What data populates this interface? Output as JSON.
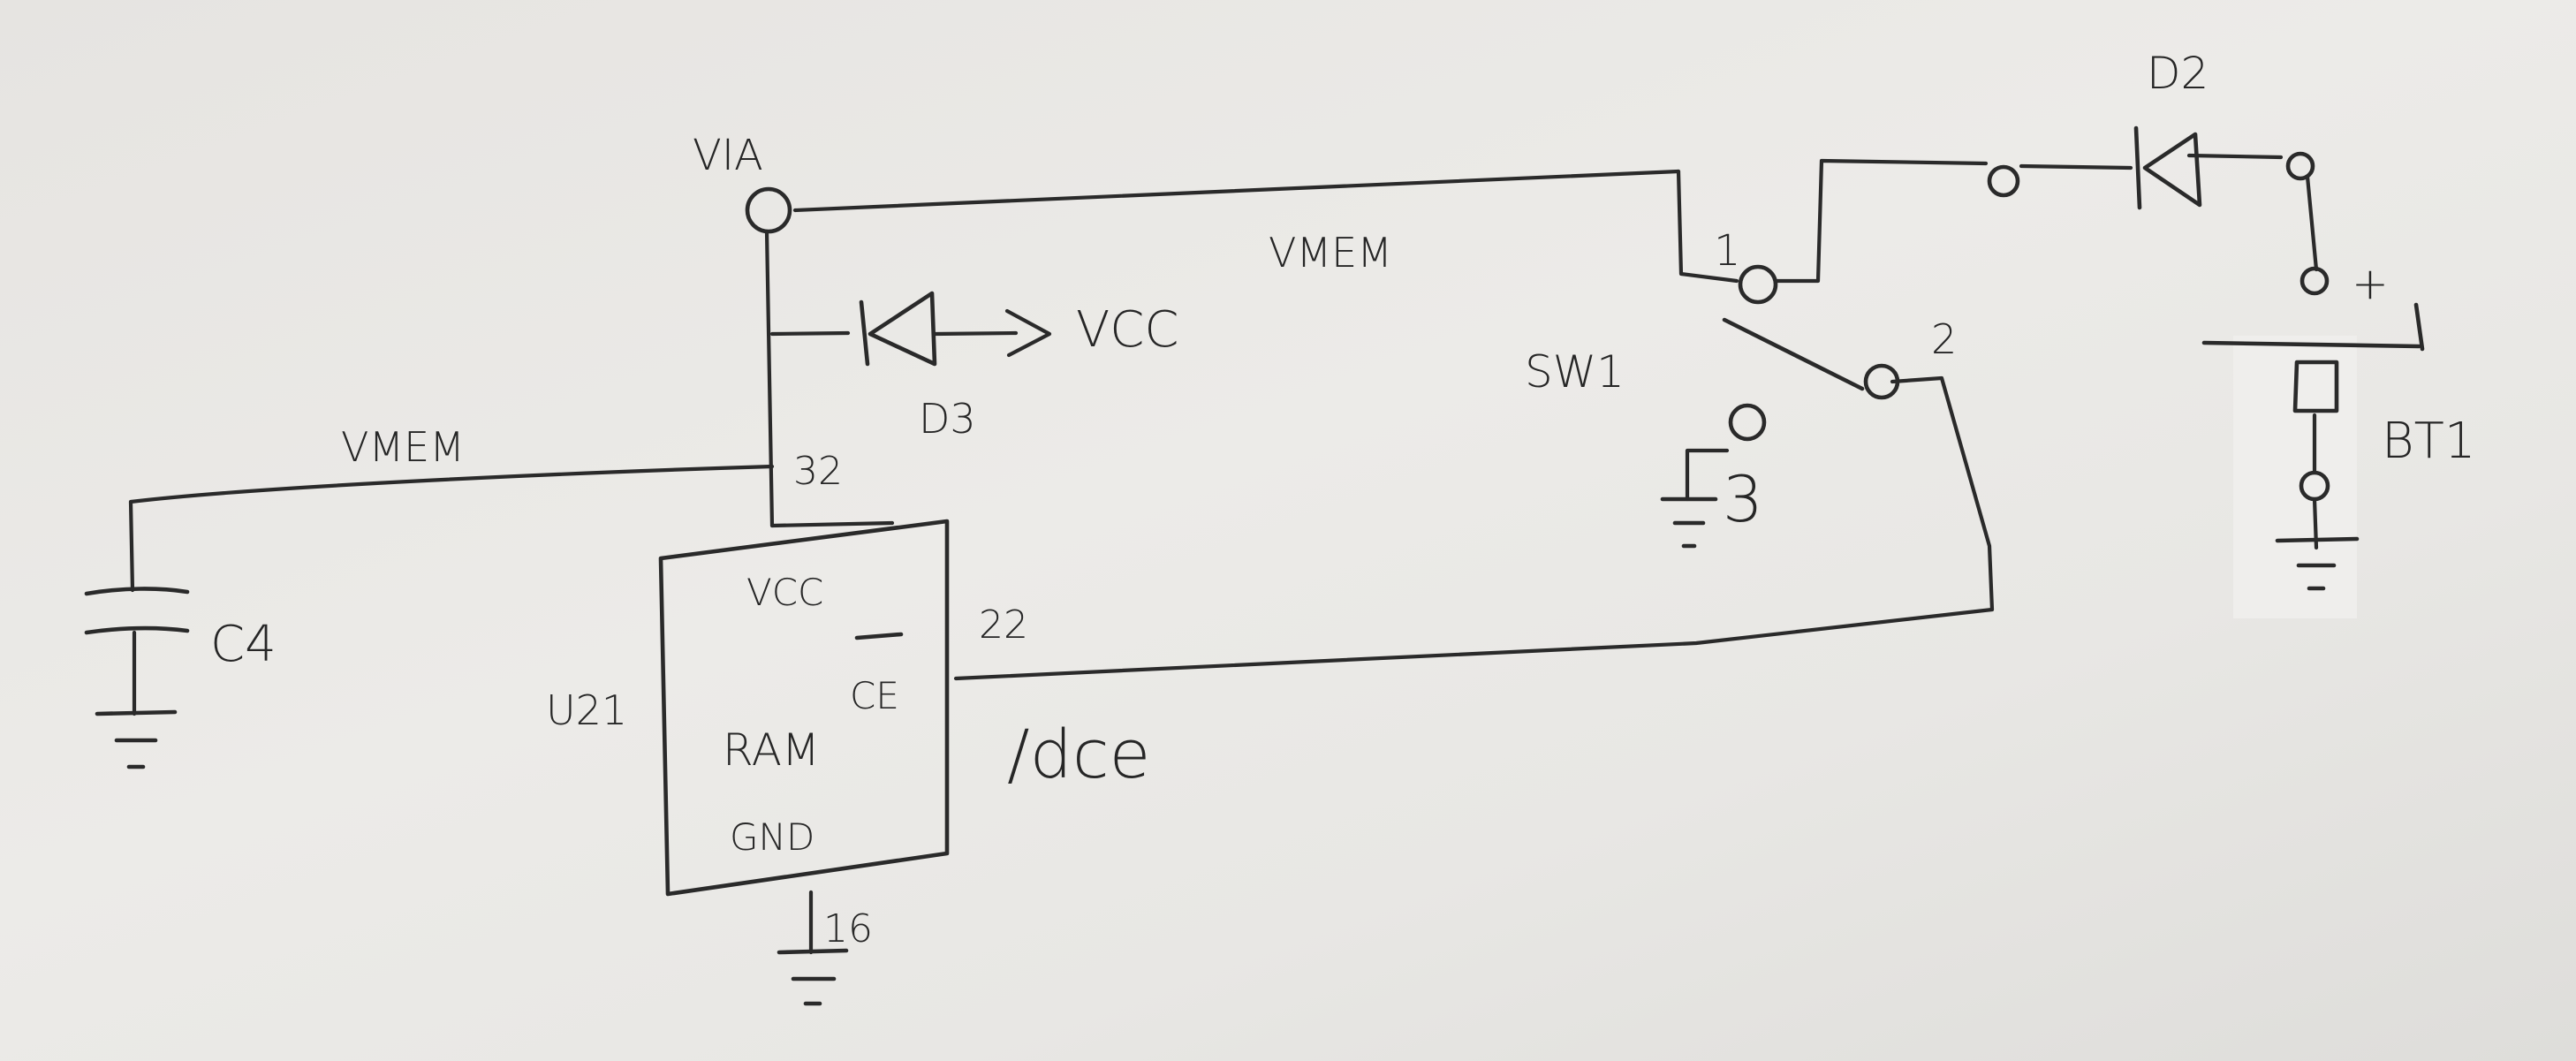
{
  "labels": {
    "via": "VIA",
    "vmem_top": "VMEM",
    "vmem_left": "VMEM",
    "vcc_net": "VCC",
    "d3": "D3",
    "d2": "D2",
    "c4": "C4",
    "u21": "U21",
    "ram_vcc": "VCC",
    "ram_ce": "CE",
    "ram_name": "RAM",
    "ram_gnd": "GND",
    "pin32": "32",
    "pin22": "22",
    "pin16": "16",
    "dce": "/dce",
    "sw1": "SW1",
    "sw_pin1": "1",
    "sw_pin2": "2",
    "sw_pin3": "3",
    "bt1": "BT1",
    "bt_plus": "+"
  }
}
